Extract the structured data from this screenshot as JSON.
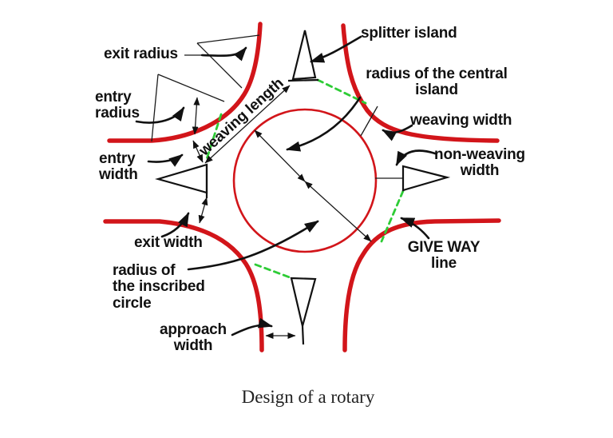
{
  "title": "Design of a rotary",
  "colors": {
    "road_red": "#d2151a",
    "give_way_green": "#2ecc36",
    "ink_black": "#111111"
  },
  "labels": {
    "exit_radius": "exit radius",
    "entry_radius": "entry\nradius",
    "entry_width": "entry\nwidth",
    "exit_width": "exit  width",
    "radius_inscribed": "radius of\nthe inscribed\ncircle",
    "approach_width": "approach\nwidth",
    "splitter_island": "splitter island",
    "radius_central": "radius of the central\nisland",
    "weaving_width": "weaving width",
    "non_weaving_width": "non-weaving\nwidth",
    "give_way_line": "GIVE WAY\nline",
    "weaving_length": "weaving length"
  },
  "caption": "Design of a rotary"
}
